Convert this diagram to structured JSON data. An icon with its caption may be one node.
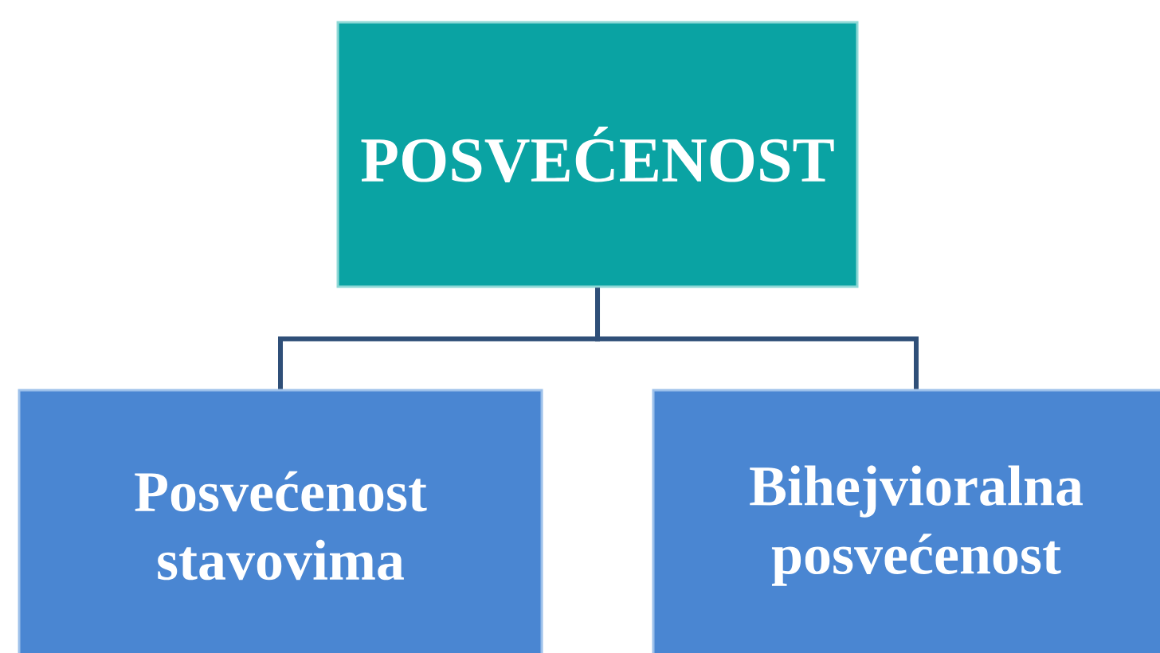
{
  "diagram": {
    "nodes": [
      {
        "text": [
          "POSVEĆENOST"
        ]
      },
      {
        "text": [
          "Posvećenost stavovima"
        ]
      },
      {
        "text": [
          "Bihejvioralna posvećenost"
        ]
      }
    ],
    "edges": [
      {
        "from": 0,
        "to": 1,
        "arrow": "none"
      },
      {
        "from": 0,
        "to": 2,
        "arrow": "none"
      }
    ]
  }
}
